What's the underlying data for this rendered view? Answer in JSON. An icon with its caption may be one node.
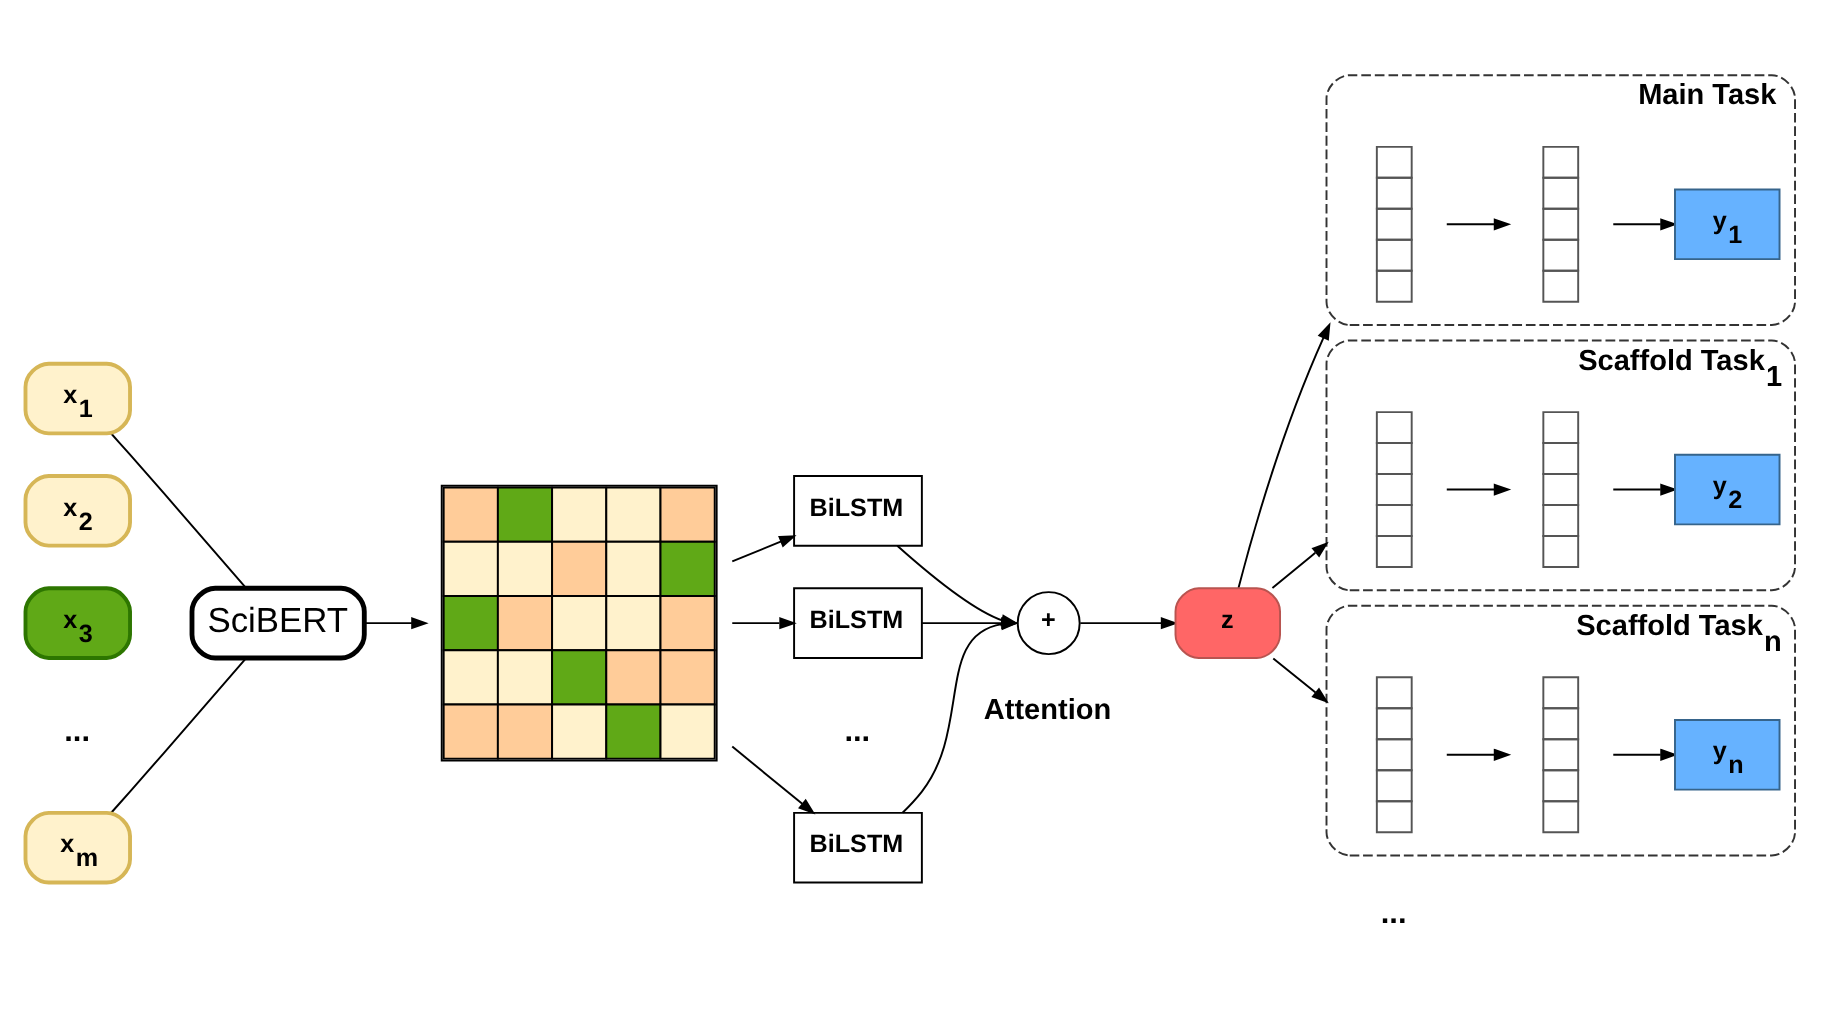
{
  "diagram": {
    "nodes": [
      {
        "text": [
          "x$_{1}$"
        ]
      },
      {
        "text": [
          "x$_{2}$"
        ]
      },
      {
        "text": [
          "x$_{3}$"
        ]
      },
      {
        "text": [
          "x$_{m}$"
        ]
      },
      {
        "text": [
          "SciBERT"
        ]
      },
      {
        "text": [],
        "shape": "grid"
      },
      {
        "text": [
          "BiLSTM"
        ]
      },
      {
        "text": [
          "BiLSTM"
        ]
      },
      {
        "text": [
          "BiLSTM"
        ]
      },
      {
        "text": [
          "+"
        ],
        "beside": [
          "Attention"
        ]
      },
      {
        "text": [
          "z"
        ]
      },
      {
        "text": [
          "Main Task"
        ]
      },
      {
        "text": [],
        "shape": "bar",
        "in": 11
      },
      {
        "text": [],
        "shape": "bar",
        "in": 11
      },
      {
        "text": [
          "y$_{1}$"
        ],
        "in": 11
      },
      {
        "text": [
          "Scaffold Task$_{1}$"
        ]
      },
      {
        "text": [],
        "shape": "bar",
        "in": 15
      },
      {
        "text": [],
        "shape": "bar",
        "in": 15
      },
      {
        "text": [
          "y$_{2}$"
        ],
        "in": 15
      },
      {
        "text": [
          "Scaffold Task$_{n}$"
        ]
      },
      {
        "text": [],
        "shape": "bar",
        "in": 19
      },
      {
        "text": [],
        "shape": "bar",
        "in": 19
      },
      {
        "text": [
          "y$_{n}$"
        ],
        "in": 19
      }
    ],
    "edges": [
      {
        "from": 0,
        "to": 4,
        "arrow": "none"
      },
      {
        "from": 3,
        "to": 4,
        "arrow": "none"
      },
      {
        "from": 4,
        "to": 5,
        "arrow": "to"
      },
      {
        "from": 5,
        "to": 6,
        "arrow": "to"
      },
      {
        "from": 5,
        "to": 7,
        "arrow": "to"
      },
      {
        "from": 5,
        "to": 8,
        "arrow": "to"
      },
      {
        "from": 6,
        "to": 9,
        "arrow": "to"
      },
      {
        "from": 7,
        "to": 9,
        "arrow": "to"
      },
      {
        "from": 8,
        "to": 9,
        "arrow": "to"
      },
      {
        "from": 9,
        "to": 10,
        "arrow": "to"
      },
      {
        "from": 10,
        "to": 11,
        "arrow": "to"
      },
      {
        "from": 10,
        "to": 15,
        "arrow": "to"
      },
      {
        "from": 10,
        "to": 19,
        "arrow": "to"
      },
      {
        "from": 12,
        "to": 13,
        "arrow": "to"
      },
      {
        "from": 13,
        "to": 14,
        "arrow": "to"
      },
      {
        "from": 16,
        "to": 17,
        "arrow": "to"
      },
      {
        "from": 17,
        "to": 18,
        "arrow": "to"
      },
      {
        "from": 20,
        "to": 21,
        "arrow": "to"
      },
      {
        "from": 21,
        "to": 22,
        "arrow": "to"
      }
    ],
    "labels": [
      "...",
      "...",
      "..."
    ]
  }
}
